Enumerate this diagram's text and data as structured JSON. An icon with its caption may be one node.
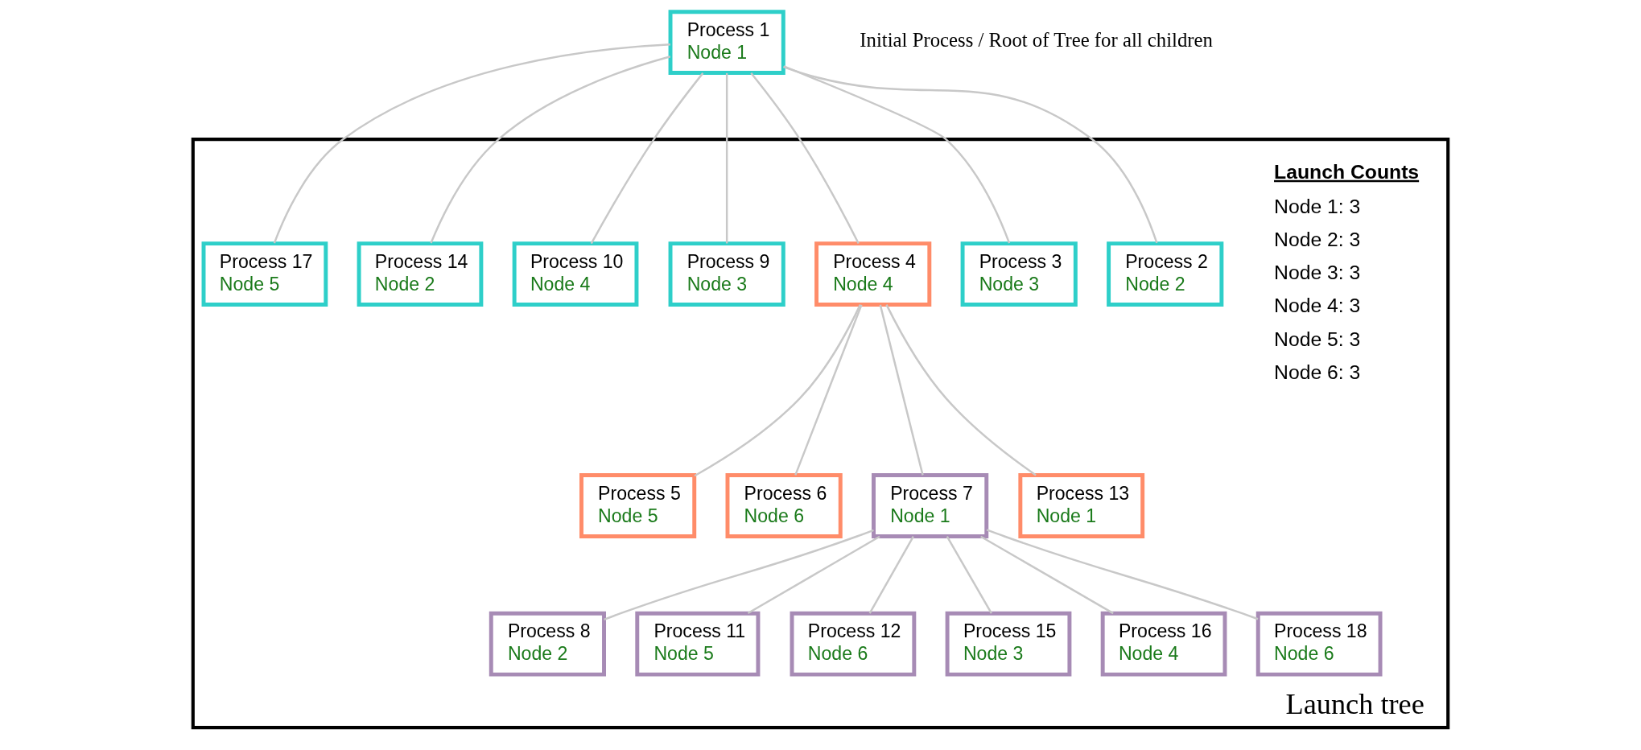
{
  "diagram": {
    "nodes": [
      {
        "text": [
          "Process 1",
          "Node 1"
        ],
        "beside": [
          "Initial Process / Root of Tree for all children"
        ]
      },
      {
        "text": [
          "Launch tree"
        ]
      },
      {
        "text": [
          "Process 2",
          "Node 2"
        ],
        "in": 1
      },
      {
        "text": [
          "Process 3",
          "Node 3"
        ],
        "in": 1
      },
      {
        "text": [
          "Process 4",
          "Node 4"
        ],
        "in": 1
      },
      {
        "text": [
          "Process 9",
          "Node 3"
        ],
        "in": 1
      },
      {
        "text": [
          "Process 10",
          "Node 4"
        ],
        "in": 1
      },
      {
        "text": [
          "Process 14",
          "Node 2"
        ],
        "in": 1
      },
      {
        "text": [
          "Process 17",
          "Node 5"
        ],
        "in": 1
      },
      {
        "text": [
          "Process 5",
          "Node 5"
        ],
        "in": 1
      },
      {
        "text": [
          "Process 6",
          "Node 6"
        ],
        "in": 1
      },
      {
        "text": [
          "Process 7",
          "Node 1"
        ],
        "in": 1
      },
      {
        "text": [
          "Process 13",
          "Node 1"
        ],
        "in": 1
      },
      {
        "text": [
          "Process 8",
          "Node 2"
        ],
        "in": 1
      },
      {
        "text": [
          "Process 11",
          "Node 5"
        ],
        "in": 1
      },
      {
        "text": [
          "Process 12",
          "Node 6"
        ],
        "in": 1
      },
      {
        "text": [
          "Process 15",
          "Node 3"
        ],
        "in": 1
      },
      {
        "text": [
          "Process 16",
          "Node 4"
        ],
        "in": 1
      },
      {
        "text": [
          "Process 18",
          "Node 6"
        ],
        "in": 1
      }
    ],
    "edges": [
      {
        "from": 0,
        "to": 2,
        "arrow": "none"
      },
      {
        "from": 0,
        "to": 3,
        "arrow": "none"
      },
      {
        "from": 0,
        "to": 4,
        "arrow": "none"
      },
      {
        "from": 0,
        "to": 5,
        "arrow": "none"
      },
      {
        "from": 0,
        "to": 6,
        "arrow": "none"
      },
      {
        "from": 0,
        "to": 7,
        "arrow": "none"
      },
      {
        "from": 0,
        "to": 8,
        "arrow": "none"
      },
      {
        "from": 4,
        "to": 9,
        "arrow": "none"
      },
      {
        "from": 4,
        "to": 10,
        "arrow": "none"
      },
      {
        "from": 4,
        "to": 11,
        "arrow": "none"
      },
      {
        "from": 4,
        "to": 12,
        "arrow": "none"
      },
      {
        "from": 11,
        "to": 13,
        "arrow": "none"
      },
      {
        "from": 11,
        "to": 14,
        "arrow": "none"
      },
      {
        "from": 11,
        "to": 15,
        "arrow": "none"
      },
      {
        "from": 11,
        "to": 16,
        "arrow": "none"
      },
      {
        "from": 11,
        "to": 17,
        "arrow": "none"
      },
      {
        "from": 11,
        "to": 18,
        "arrow": "none"
      }
    ],
    "labels": [
      "Launch Counts",
      "Node 1: 3",
      "Node 2: 3",
      "Node 3: 3",
      "Node 4: 3",
      "Node 5: 3",
      "Node 6: 3"
    ]
  }
}
